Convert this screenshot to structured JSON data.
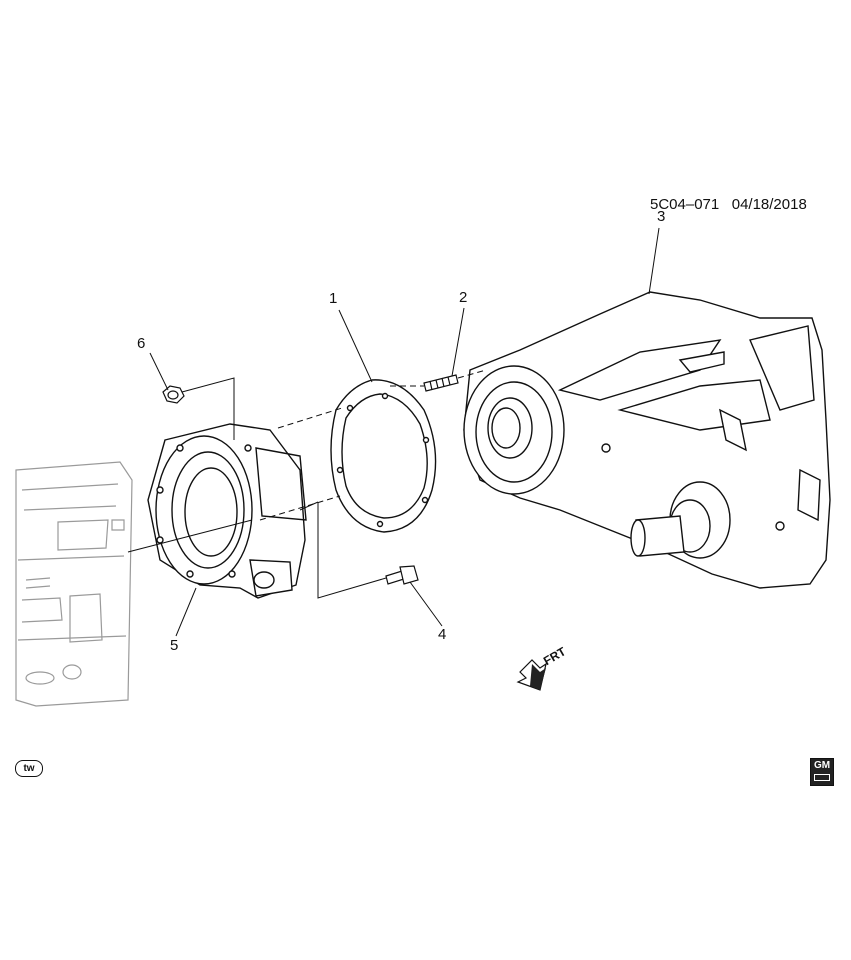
{
  "header": {
    "illustration_code": "5C04–071   04/18/2018"
  },
  "callouts": {
    "c1": "1",
    "c2": "2",
    "c3": "3",
    "c4": "4",
    "c5": "5",
    "c6": "6"
  },
  "direction": {
    "label": "FRT"
  },
  "badges": {
    "tw": "tw",
    "gm": "GM"
  },
  "colors": {
    "line": "#111111",
    "ghost": "#9a9a9a",
    "background": "#ffffff"
  }
}
